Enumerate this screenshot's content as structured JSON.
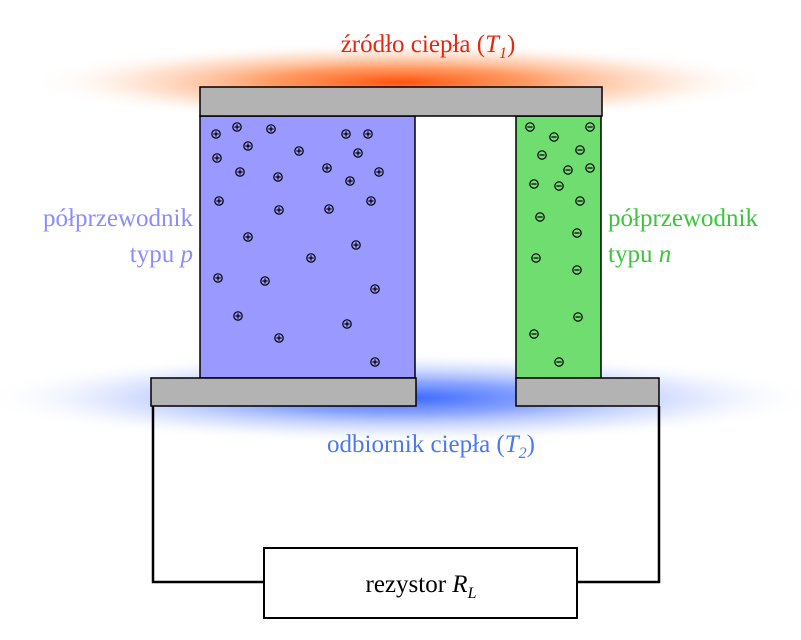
{
  "labels": {
    "hot_source": "źródło ciepła",
    "hot_temp_symbol": "T",
    "hot_temp_subscript": "1",
    "cold_sink": "odbiornik ciepła",
    "cold_temp_symbol": "T",
    "cold_temp_subscript": "2",
    "p_type_line1": "półprzewodnik",
    "p_type_line2": "typu",
    "p_type_symbol": "p",
    "n_type_line1": "półprzewodnik",
    "n_type_line2": "typu",
    "n_type_symbol": "n",
    "resistor": "rezystor",
    "resistor_symbol": "R",
    "resistor_subscript": "L"
  },
  "colors": {
    "hot": "#ff5a1e",
    "cold": "#3b6dff",
    "p_block": "#9999ff",
    "n_block": "#70dd70",
    "plate": "#b3b3b3",
    "p_label": "#8c8cff",
    "n_label": "#3cc43c",
    "hot_label": "#e8250f",
    "cold_label": "#4a78f0",
    "wire": "#000000"
  }
}
